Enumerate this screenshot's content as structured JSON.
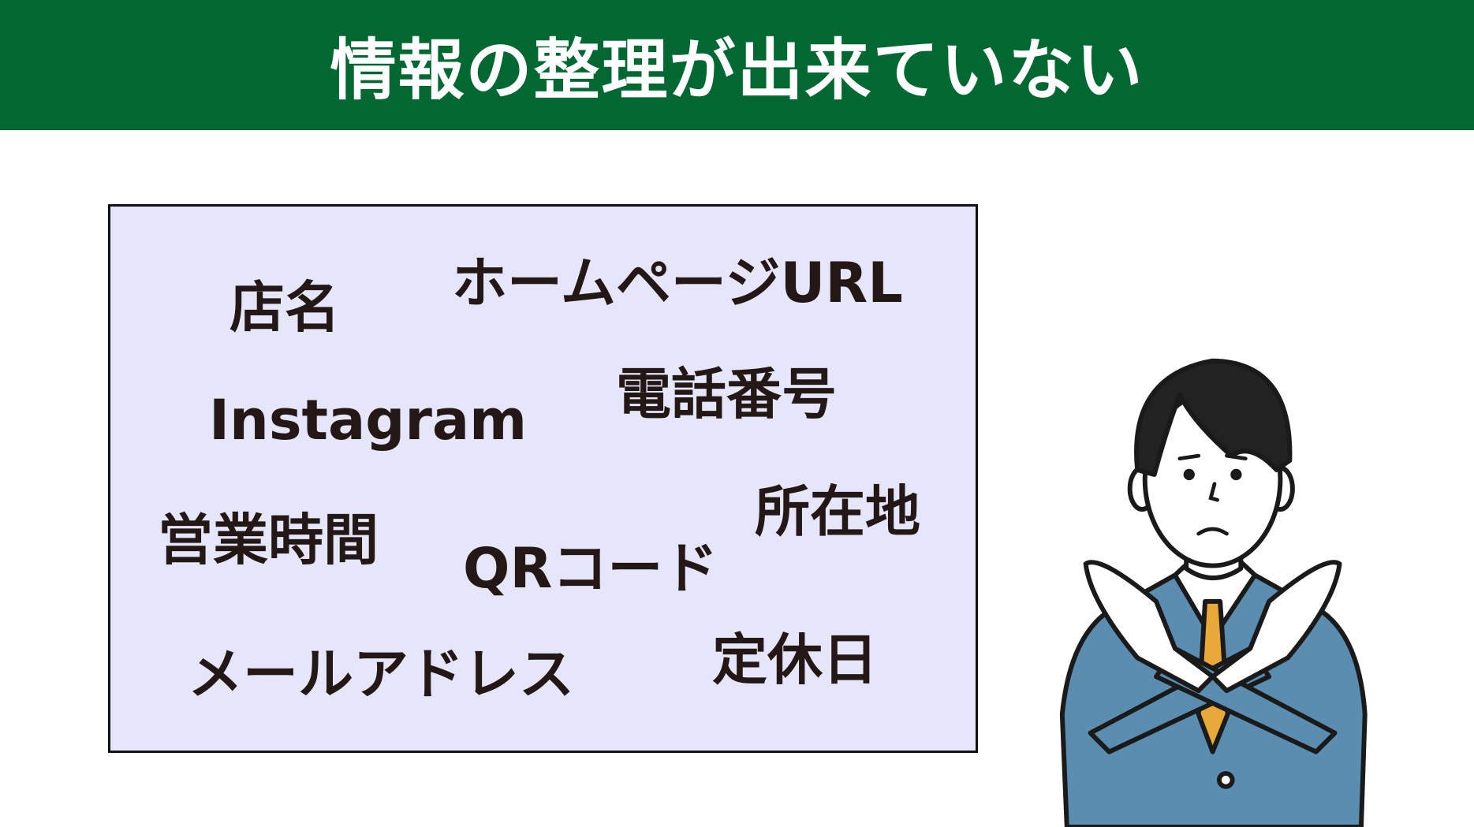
{
  "header": {
    "title": "情報の整理が出来ていない"
  },
  "board": {
    "items": [
      "店名",
      "ホームページURL",
      "Instagram",
      "電話番号",
      "営業時間",
      "所在地",
      "QRコード",
      "メールアドレス",
      "定休日"
    ]
  },
  "colors": {
    "header_bg": "#006830",
    "board_bg": "#e6e6fa",
    "suit": "#5b8db0",
    "tie": "#e8a83a"
  },
  "illustration": {
    "icon": "businessman-crossed-arms-icon"
  }
}
